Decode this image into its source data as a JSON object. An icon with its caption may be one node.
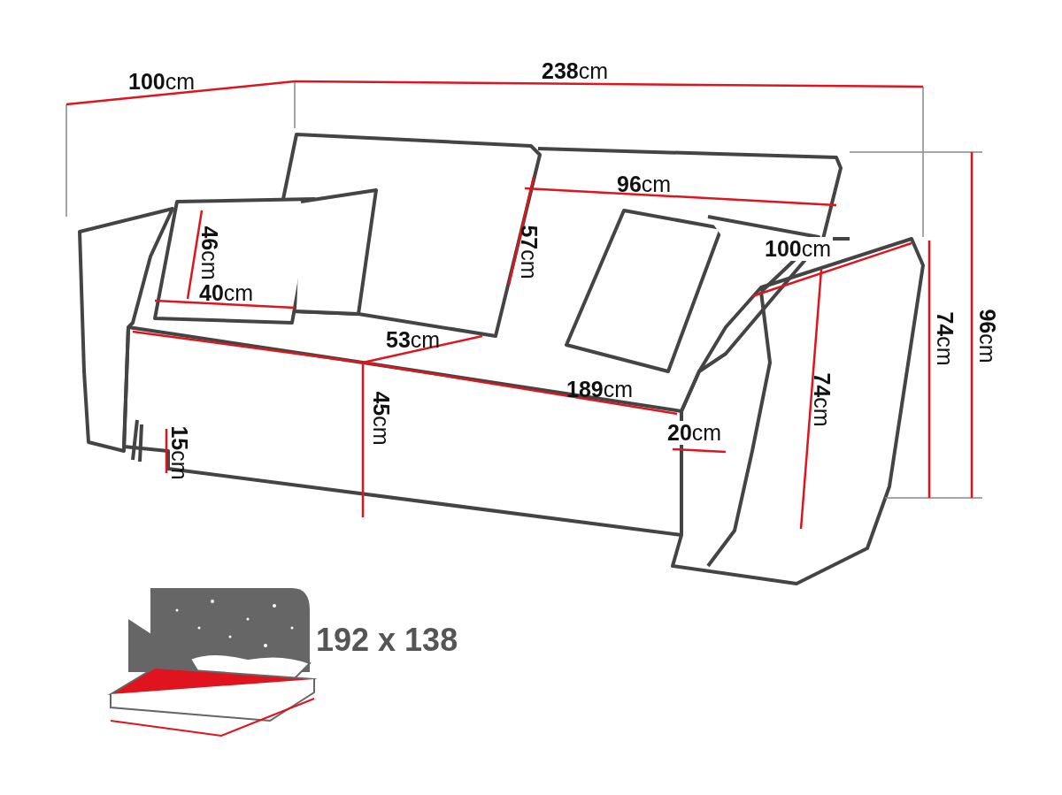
{
  "diagram": {
    "labels": [
      "**238**cm",
      "**100**cm",
      "**96**cm",
      "**46**cm",
      "**57**cm",
      "**100**cm",
      "**96**cm",
      "**40**cm",
      "**74**cm",
      "**53**cm",
      "**74**cm",
      "**189**cm",
      "**45**cm",
      "**20**cm",
      "**15**cm",
      "192 x 138"
    ]
  }
}
